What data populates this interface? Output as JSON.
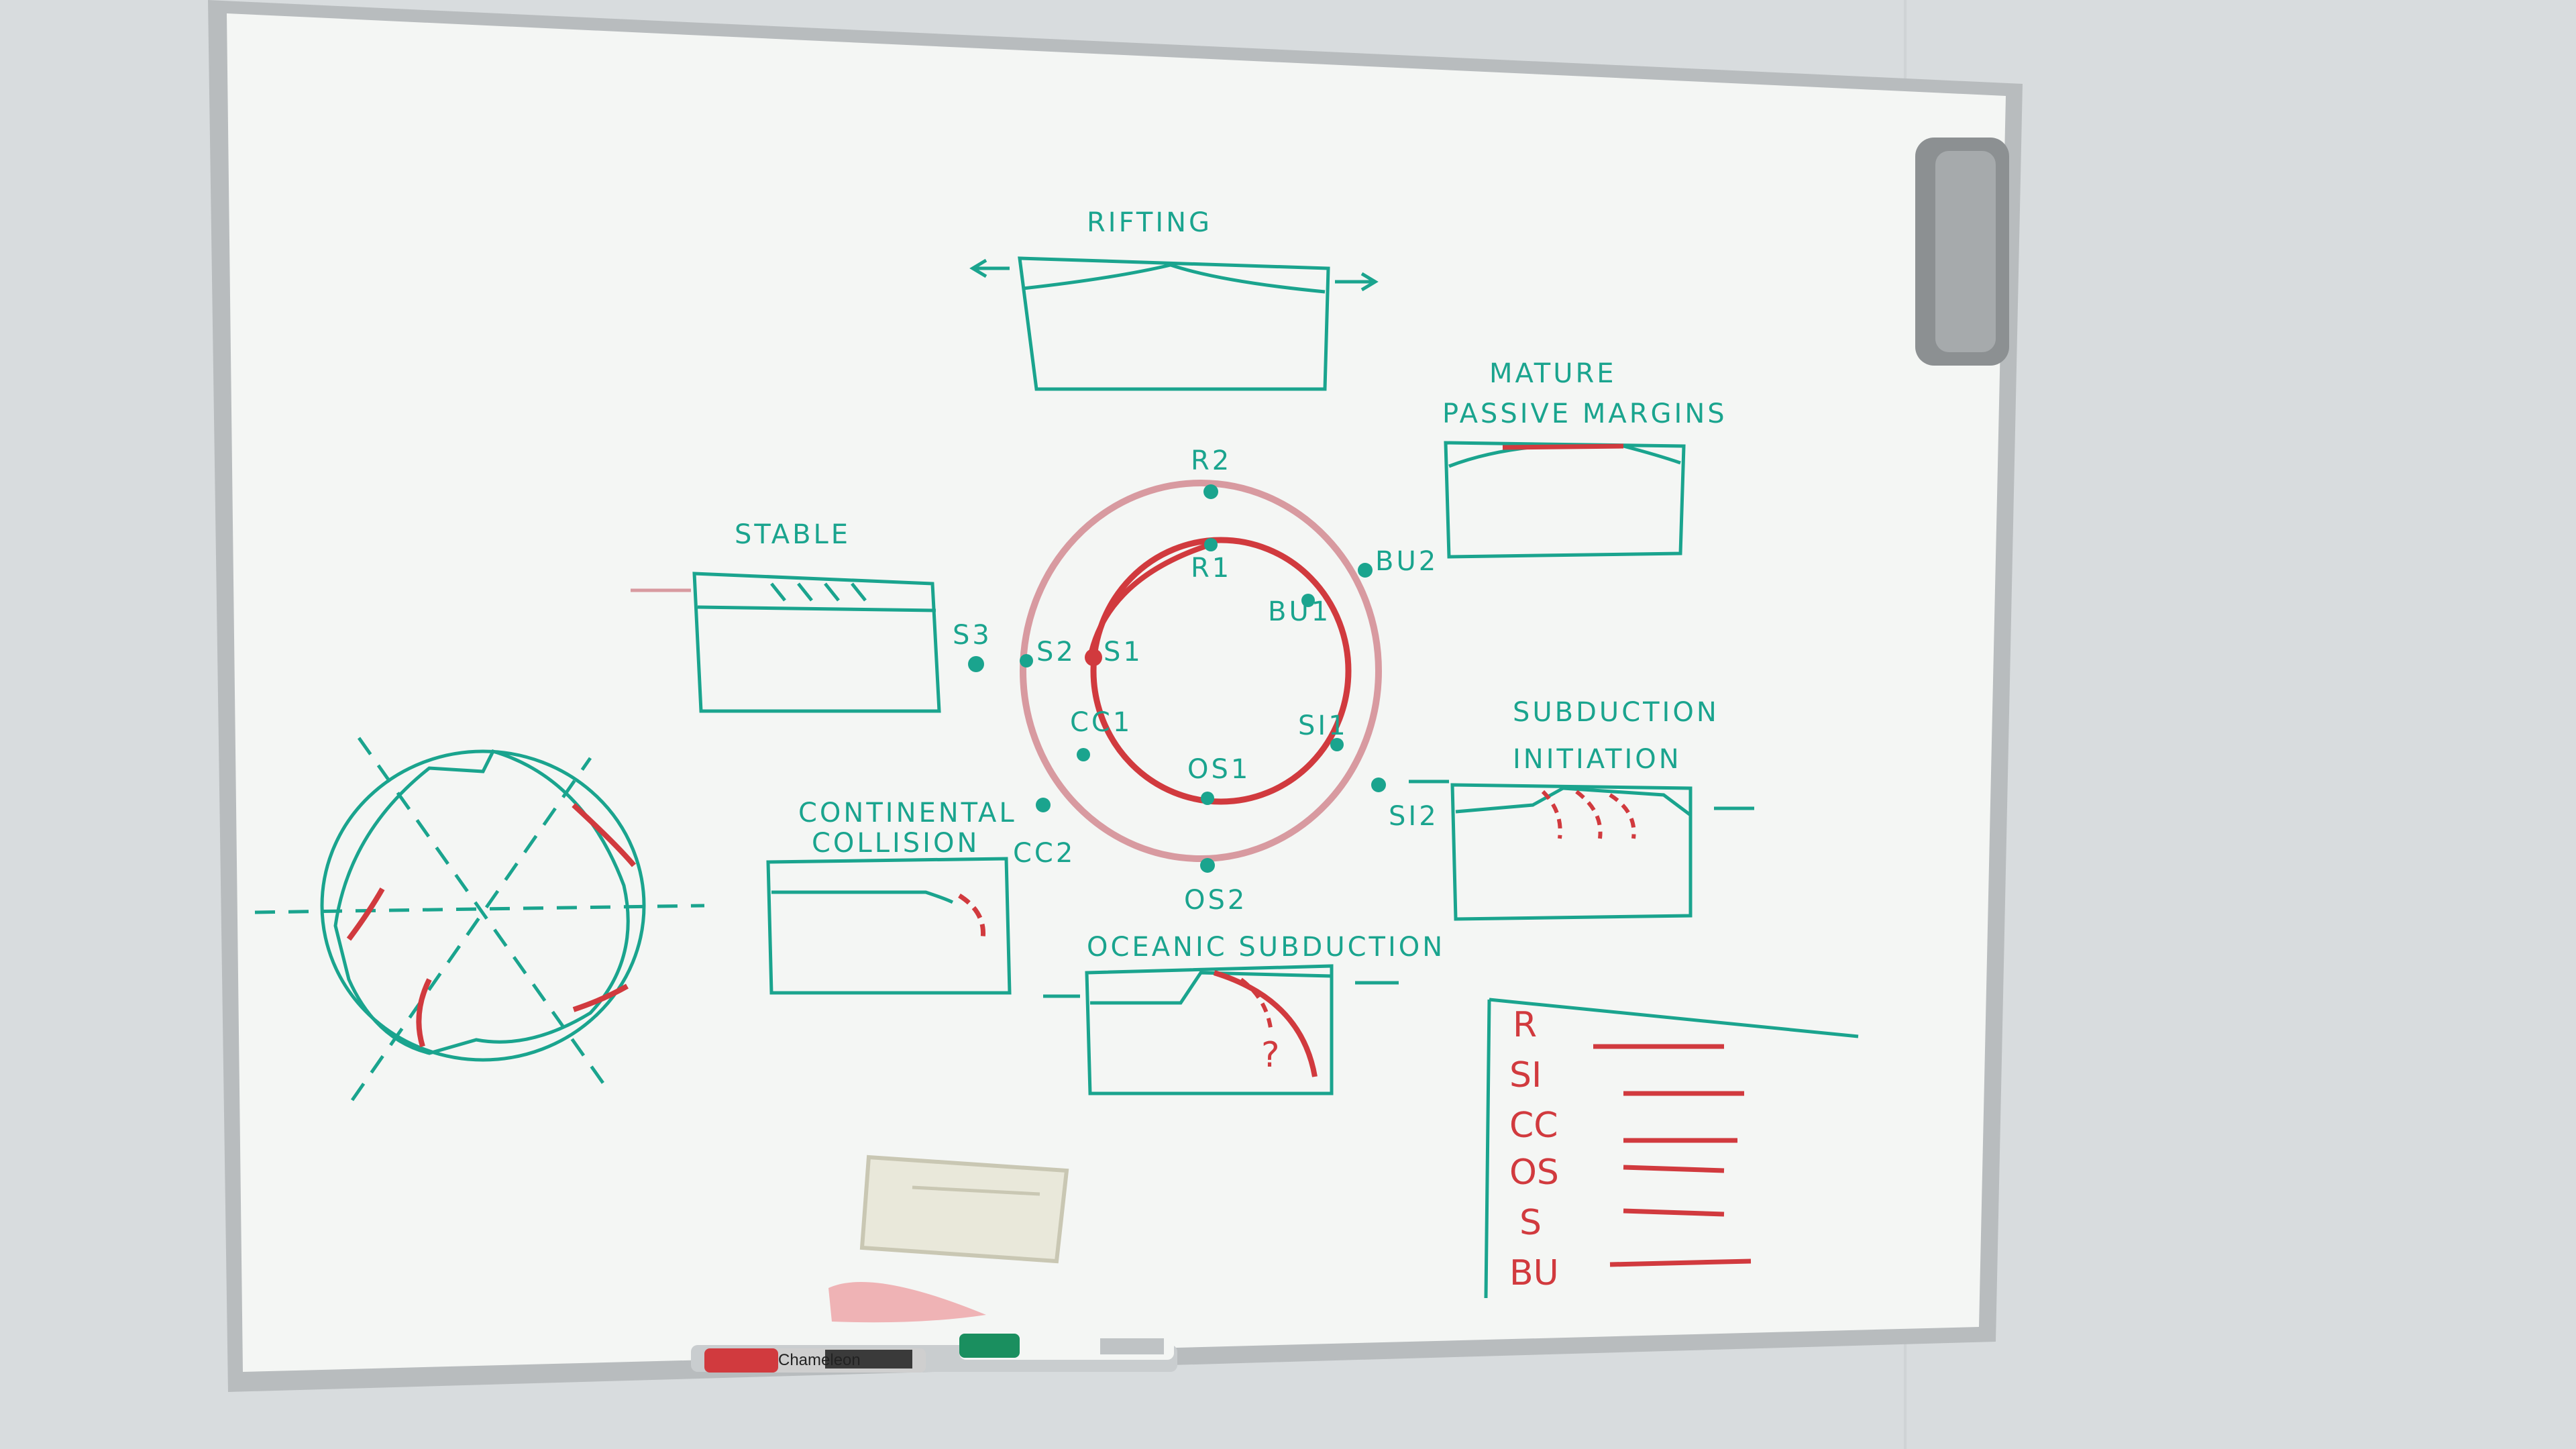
{
  "board": {
    "colors": {
      "wall": "#d8dcde",
      "board": "#f4f6f4",
      "frame": "#b8bcbe",
      "teal_ink": "#1aa48e",
      "red_ink": "#d13a3e",
      "pink_ink": "#d89aa0"
    },
    "titles": {
      "rifting": "RIFTING",
      "mature_passive_margins_1": "MATURE",
      "mature_passive_margins_2": "PASSIVE MARGINS",
      "stable": "STABLE",
      "subduction_initiation_1": "SUBDUCTION",
      "subduction_initiation_2": "INITIATION",
      "continental_collision_1": "CONTINENTAL",
      "continental_collision_2": "COLLISION",
      "oceanic_subduction": "OCEANIC SUBDUCTION"
    },
    "cycle_labels": {
      "r2": "R2",
      "r1": "R1",
      "bu2": "BU2",
      "bu1": "BU1",
      "s3": "S3",
      "s2": "S2",
      "s1": "S1",
      "si1": "SI1",
      "si2": "SI2",
      "cc1": "CC1",
      "cc2": "CC2",
      "os1": "OS1",
      "os2": "OS2"
    },
    "legend": [
      "R",
      "SI",
      "CC",
      "OS",
      "S",
      "BU"
    ],
    "question_mark": "?",
    "marker_brand": "Chameleon"
  }
}
